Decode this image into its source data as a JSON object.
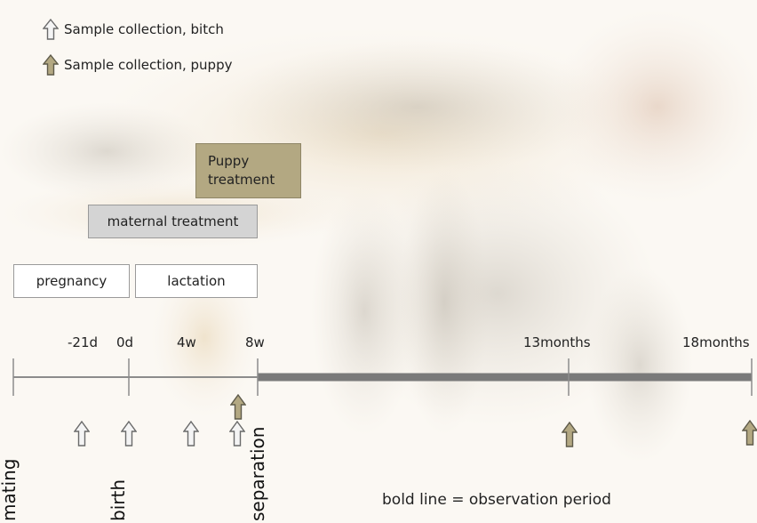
{
  "legend": {
    "bitch_label": "Sample collection, bitch",
    "puppy_label": "Sample collection, puppy"
  },
  "phases": {
    "pregnancy": "pregnancy",
    "lactation": "lactation",
    "maternal_treatment": "maternal treatment",
    "puppy_treatment_line1": "Puppy",
    "puppy_treatment_line2": "treatment"
  },
  "timeline": {
    "ticks": [
      "-21d",
      "0d",
      "4w",
      "8w",
      "13months",
      "18months"
    ],
    "events": [
      "mating",
      "birth",
      "separation"
    ],
    "note": "bold line = observation period"
  },
  "colors": {
    "bitch_arrow": "#f4f4f4",
    "puppy_arrow": "#b3a882",
    "thin_line": "#8c8c8c",
    "bold_line": "#7a7a7a"
  },
  "icons": {
    "bitch": "up-arrow-white-icon",
    "puppy": "up-arrow-olive-icon"
  }
}
